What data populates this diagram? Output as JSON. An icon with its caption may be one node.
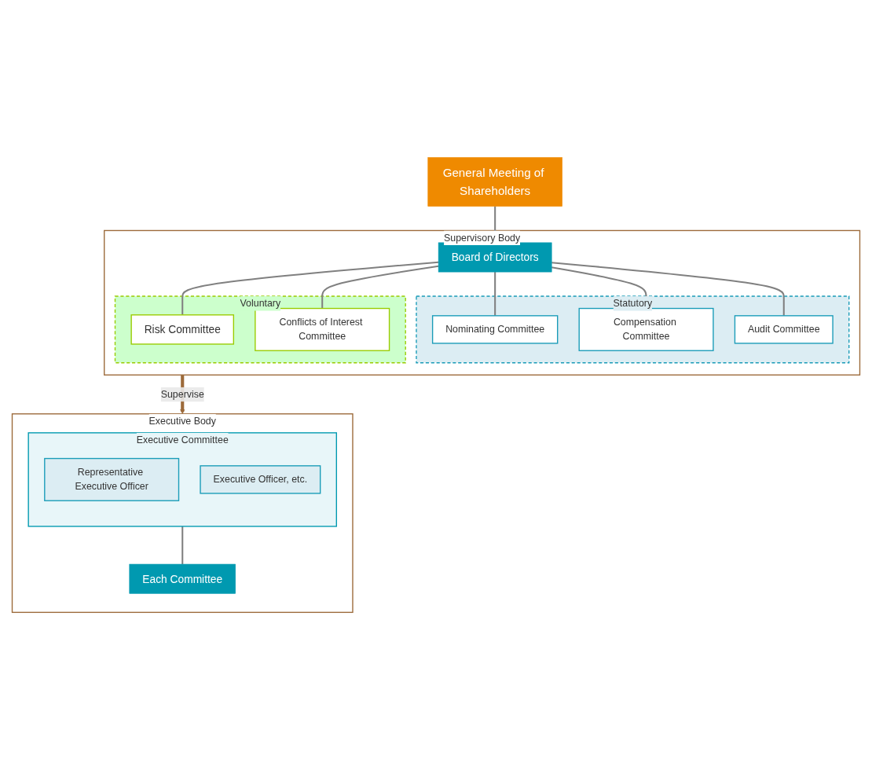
{
  "diagram": {
    "nodes": [
      {
        "text": [
          "General Meeting of Shareholders"
        ]
      },
      {
        "text": [
          "Supervisory Body"
        ]
      },
      {
        "text": [
          "Board of Directors"
        ],
        "in": 1
      },
      {
        "text": [
          "Statutory"
        ],
        "in": 1
      },
      {
        "text": [
          "Nominating Committee"
        ],
        "in": 3
      },
      {
        "text": [
          "Compensation Committee"
        ],
        "in": 3
      },
      {
        "text": [
          "Audit Committee"
        ],
        "in": 3
      },
      {
        "text": [
          "Voluntary"
        ],
        "in": 1
      },
      {
        "text": [
          "Risk Committee"
        ],
        "in": 7
      },
      {
        "text": [
          "Conflicts of Interest Committee"
        ],
        "in": 7
      },
      {
        "text": [
          "Executive Body"
        ]
      },
      {
        "text": [
          "Executive Committee"
        ],
        "in": 10
      },
      {
        "text": [
          "Representative Executive Officer"
        ],
        "in": 11
      },
      {
        "text": [
          "Executive Officer, etc."
        ],
        "in": 11
      },
      {
        "text": [
          "Each Committee"
        ],
        "in": 10
      }
    ],
    "edges": [
      {
        "from": 0,
        "to": 2,
        "arrow": "none"
      },
      {
        "from": 2,
        "to": 4,
        "arrow": "none"
      },
      {
        "from": 2,
        "to": 5,
        "arrow": "none"
      },
      {
        "from": 2,
        "to": 6,
        "arrow": "none"
      },
      {
        "from": 2,
        "to": 8,
        "arrow": "none"
      },
      {
        "from": 2,
        "to": 9,
        "arrow": "none"
      },
      {
        "from": 1,
        "to": 10,
        "arrow": "to",
        "label": "Supervise",
        "style": "thick",
        "color": "#9c6a3a"
      },
      {
        "from": 11,
        "to": 14,
        "arrow": "none"
      }
    ]
  }
}
